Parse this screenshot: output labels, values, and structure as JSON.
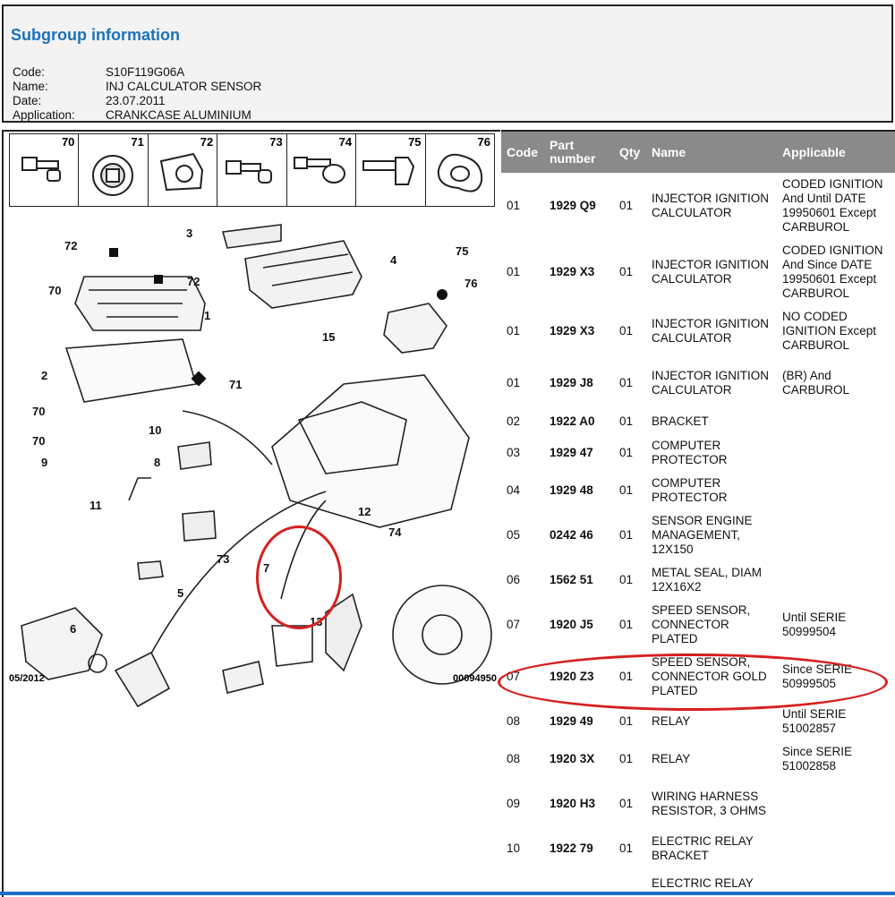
{
  "header": {
    "title": "Subgroup information",
    "fields": [
      {
        "label": "Code:",
        "value": "S10F119G06A"
      },
      {
        "label": "Name:",
        "value": "INJ CALCULATOR SENSOR"
      },
      {
        "label": "Date:",
        "value": "23.07.2011"
      },
      {
        "label": "Application:",
        "value": "CRANKCASE ALUMINIUM"
      }
    ]
  },
  "diagram": {
    "small_parts": [
      "70",
      "71",
      "72",
      "73",
      "74",
      "75",
      "76"
    ],
    "callouts": [
      "72",
      "3",
      "72",
      "4",
      "1",
      "70",
      "75",
      "76",
      "15",
      "2",
      "71",
      "70",
      "10",
      "70",
      "8",
      "9",
      "11",
      "12",
      "74",
      "7",
      "73",
      "5",
      "6",
      "13"
    ],
    "footer_left": "05/2012",
    "footer_right": "00094950"
  },
  "table": {
    "headers": {
      "code": "Code",
      "part_number": "Part number",
      "qty": "Qty",
      "name": "Name",
      "applicable": "Applicable"
    },
    "rows": [
      {
        "code": "01",
        "pn": "1929 Q9",
        "qty": "01",
        "name": "INJECTOR IGNITION CALCULATOR",
        "app": "CODED IGNITION And Until DATE 19950601 Except CARBUROL"
      },
      {
        "code": "01",
        "pn": "1929 X3",
        "qty": "01",
        "name": "INJECTOR IGNITION CALCULATOR",
        "app": "CODED IGNITION And Since DATE 19950601 Except CARBUROL"
      },
      {
        "code": "01",
        "pn": "1929 X3",
        "qty": "01",
        "name": "INJECTOR IGNITION CALCULATOR",
        "app": "NO CODED IGNITION Except CARBUROL"
      },
      {
        "code": "01",
        "pn": "1929 J8",
        "qty": "01",
        "name": "INJECTOR IGNITION CALCULATOR",
        "app": "(BR) And CARBUROL"
      },
      {
        "code": "02",
        "pn": "1922 A0",
        "qty": "01",
        "name": "BRACKET",
        "app": ""
      },
      {
        "code": "03",
        "pn": "1929 47",
        "qty": "01",
        "name": "COMPUTER PROTECTOR",
        "app": ""
      },
      {
        "code": "04",
        "pn": "1929 48",
        "qty": "01",
        "name": "COMPUTER PROTECTOR",
        "app": ""
      },
      {
        "code": "05",
        "pn": "0242 46",
        "qty": "01",
        "name": "SENSOR ENGINE MANAGEMENT, 12X150",
        "app": ""
      },
      {
        "code": "06",
        "pn": "1562 51",
        "qty": "01",
        "name": "METAL SEAL, DIAM 12X16X2",
        "app": ""
      },
      {
        "code": "07",
        "pn": "1920 J5",
        "qty": "01",
        "name": "SPEED SENSOR, CONNECTOR PLATED",
        "app": "Until SERIE 50999504"
      },
      {
        "code": "07",
        "pn": "1920 Z3",
        "qty": "01",
        "name": "SPEED SENSOR, CONNECTOR GOLD PLATED",
        "app": "Since SERIE 50999505"
      },
      {
        "code": "08",
        "pn": "1929 49",
        "qty": "01",
        "name": "RELAY",
        "app": "Until SERIE 51002857"
      },
      {
        "code": "08",
        "pn": "1920 3X",
        "qty": "01",
        "name": "RELAY",
        "app": "Since SERIE 51002858"
      },
      {
        "code": "09",
        "pn": "1920 H3",
        "qty": "01",
        "name": "WIRING HARNESS RESISTOR, 3 OHMS",
        "app": ""
      },
      {
        "code": "10",
        "pn": "1922 79",
        "qty": "01",
        "name": "ELECTRIC RELAY BRACKET",
        "app": ""
      },
      {
        "code": "",
        "pn": "",
        "qty": "",
        "name": "ELECTRIC RELAY",
        "app": ""
      }
    ]
  }
}
